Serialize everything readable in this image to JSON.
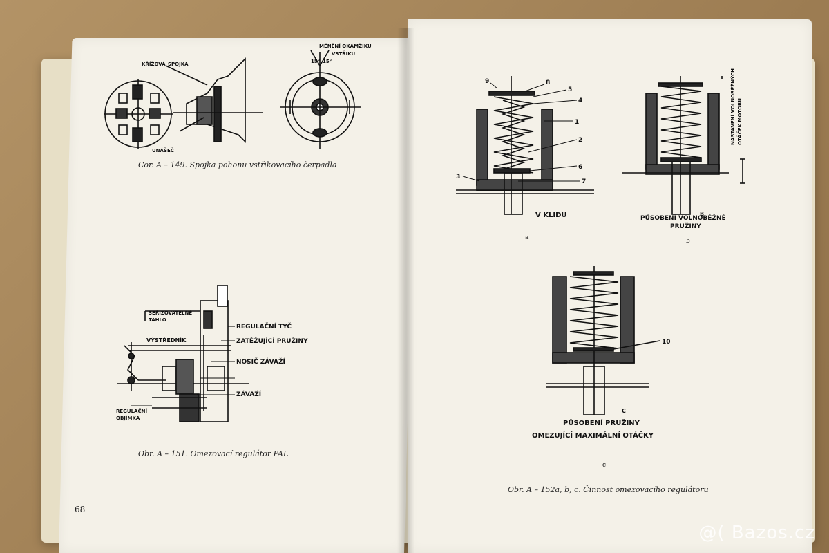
{
  "left_page": {
    "fig149": {
      "caption": "Cor. A – 149. Spojka pohonu vstřikovacího čerpadla",
      "labels": {
        "krizova_spojka": [
          "KŘÍŽOVÁ",
          "SPOJKA"
        ],
        "unasec": "UNÁŠEČ",
        "meneni": [
          "MĚNĚNÍ OKAMŽIKU",
          "VSTŘIKU"
        ],
        "angle_left": "15°",
        "angle_right": "15°"
      }
    },
    "fig151": {
      "caption": "Obr. A – 151. Omezovací regulátor PAL",
      "labels": {
        "serizovatelne": [
          "SEŘIZOVATELNÉ",
          "TÁHLO"
        ],
        "regulacni_tyc": "REGULAČNÍ TYČ",
        "vystrednik": "VÝSTŘEDNÍK",
        "zatezujici": "ZATĚŽUJÍCÍ PRUŽINY",
        "nosic": "NOSIČ ZÁVAŽÍ",
        "zavazi": "ZÁVAŽÍ",
        "objimka": [
          "REGULAČNÍ",
          "OBJÍMKA"
        ]
      }
    },
    "page_number": "68"
  },
  "right_page": {
    "fig152": {
      "caption": "Obr. A – 152a, b, c. Činnost omezovacího regulátoru",
      "a": {
        "state": "V KLIDU",
        "letter": "a",
        "numbers": [
          "9",
          "8",
          "5",
          "4",
          "1",
          "2",
          "6",
          "3",
          "7"
        ]
      },
      "b": {
        "state": [
          "PŮSOBENÍ VOLNOBĚŽNÉ",
          "PRUŽINY"
        ],
        "letter": "b",
        "mark": "B",
        "side": [
          "NASTAVENÍ VOLNOBĚŽNÝCH",
          "OTÁČEK MOTORU"
        ]
      },
      "c": {
        "state": [
          "PŮSOBENÍ PRUŽINY",
          "OMEZUJÍCÍ MAXIMÁLNÍ OTÁČKY"
        ],
        "letter": "c",
        "mark": "C",
        "number": "10"
      }
    }
  },
  "watermark": "@( Bazos.cz"
}
